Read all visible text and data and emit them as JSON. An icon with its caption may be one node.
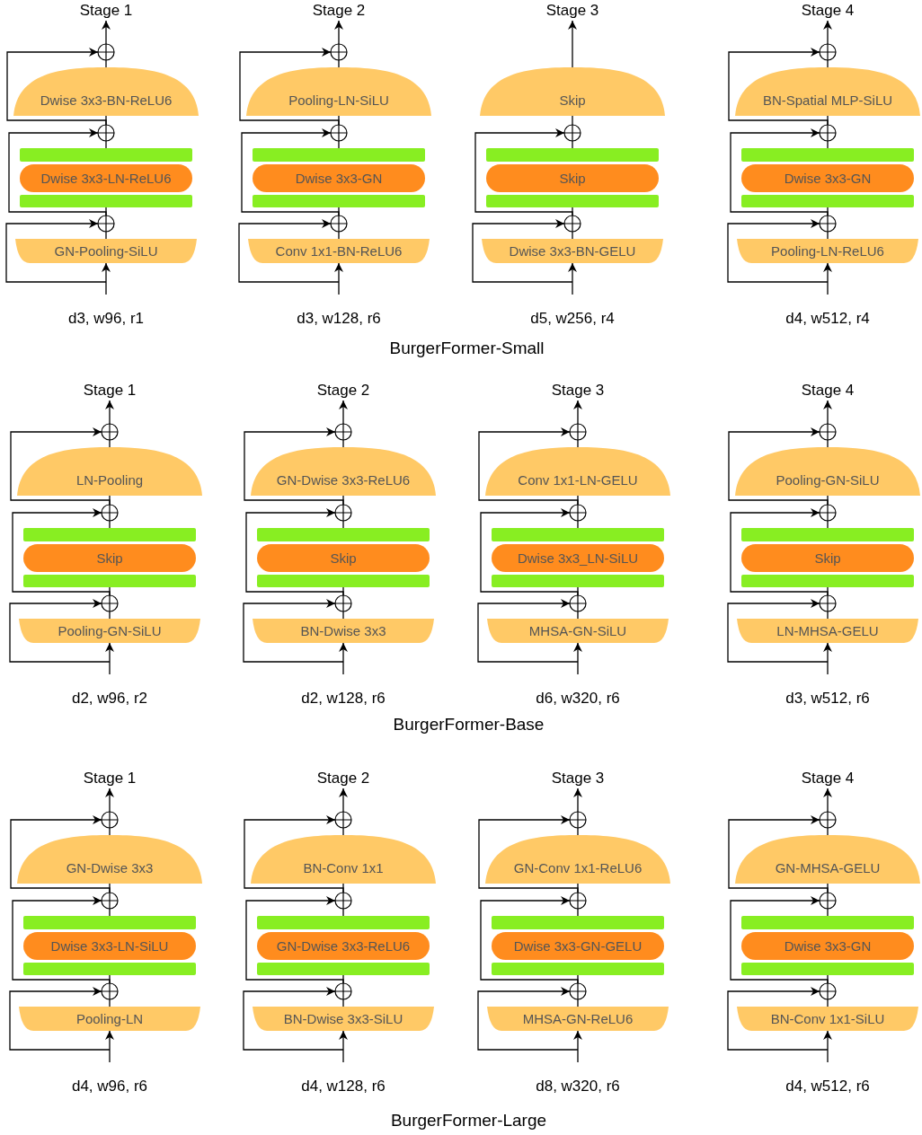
{
  "diagram": {
    "nodes": [
      {
        "text": [
          "Stage 1"
        ]
      },
      {
        "text": [],
        "shape": "circle"
      },
      {
        "text": [
          "Dwise 3x3-BN-ReLU6"
        ]
      },
      {
        "text": [],
        "shape": "circle"
      },
      {
        "text": [],
        "shape": "bar"
      },
      {
        "text": [
          "Dwise 3x3-LN-ReLU6"
        ]
      },
      {
        "text": [],
        "shape": "bar"
      },
      {
        "text": [],
        "shape": "circle"
      },
      {
        "text": [
          "GN-Pooling-SiLU"
        ]
      },
      {
        "text": [
          "Stage 2"
        ]
      },
      {
        "text": [],
        "shape": "circle"
      },
      {
        "text": [
          "Pooling-LN-SiLU"
        ]
      },
      {
        "text": [],
        "shape": "circle"
      },
      {
        "text": [],
        "shape": "bar"
      },
      {
        "text": [
          "Dwise 3x3-GN"
        ]
      },
      {
        "text": [],
        "shape": "bar"
      },
      {
        "text": [],
        "shape": "circle"
      },
      {
        "text": [
          "Conv 1x1-BN-ReLU6"
        ]
      },
      {
        "text": [
          "Stage 3"
        ]
      },
      {
        "text": [
          "Skip"
        ]
      },
      {
        "text": [],
        "shape": "circle"
      },
      {
        "text": [],
        "shape": "bar"
      },
      {
        "text": [
          "Skip"
        ]
      },
      {
        "text": [],
        "shape": "bar"
      },
      {
        "text": [],
        "shape": "circle"
      },
      {
        "text": [
          "Dwise 3x3-BN-GELU"
        ]
      },
      {
        "text": [
          "Stage 4"
        ]
      },
      {
        "text": [],
        "shape": "circle"
      },
      {
        "text": [
          "BN-Spatial MLP-SiLU"
        ]
      },
      {
        "text": [],
        "shape": "circle"
      },
      {
        "text": [],
        "shape": "bar"
      },
      {
        "text": [
          "Dwise 3x3-GN"
        ]
      },
      {
        "text": [],
        "shape": "bar"
      },
      {
        "text": [],
        "shape": "circle"
      },
      {
        "text": [
          "Pooling-LN-ReLU6"
        ]
      },
      {
        "text": [
          "Stage 1"
        ]
      },
      {
        "text": [],
        "shape": "circle"
      },
      {
        "text": [
          "LN-Pooling"
        ]
      },
      {
        "text": [],
        "shape": "circle"
      },
      {
        "text": [],
        "shape": "bar"
      },
      {
        "text": [
          "Skip"
        ]
      },
      {
        "text": [],
        "shape": "bar"
      },
      {
        "text": [],
        "shape": "circle"
      },
      {
        "text": [
          "Pooling-GN-SiLU"
        ]
      },
      {
        "text": [
          "Stage 2"
        ]
      },
      {
        "text": [],
        "shape": "circle"
      },
      {
        "text": [
          "GN-Dwise 3x3-ReLU6"
        ]
      },
      {
        "text": [],
        "shape": "circle"
      },
      {
        "text": [],
        "shape": "bar"
      },
      {
        "text": [
          "Skip"
        ]
      },
      {
        "text": [],
        "shape": "bar"
      },
      {
        "text": [],
        "shape": "circle"
      },
      {
        "text": [
          "BN-Dwise 3x3"
        ]
      },
      {
        "text": [
          "Stage 3"
        ]
      },
      {
        "text": [],
        "shape": "circle"
      },
      {
        "text": [
          "Conv 1x1-LN-GELU"
        ]
      },
      {
        "text": [],
        "shape": "circle"
      },
      {
        "text": [],
        "shape": "bar"
      },
      {
        "text": [
          "Dwise 3x3_LN-SiLU"
        ]
      },
      {
        "text": [],
        "shape": "bar"
      },
      {
        "text": [],
        "shape": "circle"
      },
      {
        "text": [
          "MHSA-GN-SiLU"
        ]
      },
      {
        "text": [
          "Stage 4"
        ]
      },
      {
        "text": [],
        "shape": "circle"
      },
      {
        "text": [
          "Pooling-GN-SiLU"
        ]
      },
      {
        "text": [],
        "shape": "circle"
      },
      {
        "text": [],
        "shape": "bar"
      },
      {
        "text": [
          "Skip"
        ]
      },
      {
        "text": [],
        "shape": "bar"
      },
      {
        "text": [],
        "shape": "circle"
      },
      {
        "text": [
          "LN-MHSA-GELU"
        ]
      },
      {
        "text": [
          "Stage 1"
        ]
      },
      {
        "text": [],
        "shape": "circle"
      },
      {
        "text": [
          "GN-Dwise 3x3"
        ]
      },
      {
        "text": [],
        "shape": "circle"
      },
      {
        "text": [],
        "shape": "bar"
      },
      {
        "text": [
          "Dwise 3x3-LN-SiLU"
        ]
      },
      {
        "text": [],
        "shape": "bar"
      },
      {
        "text": [],
        "shape": "circle"
      },
      {
        "text": [
          "Pooling-LN"
        ]
      },
      {
        "text": [
          "Stage 2"
        ]
      },
      {
        "text": [],
        "shape": "circle"
      },
      {
        "text": [
          "BN-Conv 1x1"
        ]
      },
      {
        "text": [],
        "shape": "circle"
      },
      {
        "text": [],
        "shape": "bar"
      },
      {
        "text": [
          "GN-Dwise 3x3-ReLU6"
        ]
      },
      {
        "text": [],
        "shape": "bar"
      },
      {
        "text": [],
        "shape": "circle"
      },
      {
        "text": [
          "BN-Dwise 3x3-SiLU"
        ]
      },
      {
        "text": [
          "Stage 3"
        ]
      },
      {
        "text": [],
        "shape": "circle"
      },
      {
        "text": [
          "GN-Conv 1x1-ReLU6"
        ]
      },
      {
        "text": [],
        "shape": "circle"
      },
      {
        "text": [],
        "shape": "bar"
      },
      {
        "text": [
          "Dwise 3x3-GN-GELU"
        ]
      },
      {
        "text": [],
        "shape": "bar"
      },
      {
        "text": [],
        "shape": "circle"
      },
      {
        "text": [
          "MHSA-GN-ReLU6"
        ]
      },
      {
        "text": [
          "Stage 4"
        ]
      },
      {
        "text": [],
        "shape": "circle"
      },
      {
        "text": [
          "GN-MHSA-GELU"
        ]
      },
      {
        "text": [],
        "shape": "circle"
      },
      {
        "text": [],
        "shape": "bar"
      },
      {
        "text": [
          "Dwise 3x3-GN"
        ]
      },
      {
        "text": [],
        "shape": "bar"
      },
      {
        "text": [],
        "shape": "circle"
      },
      {
        "text": [
          "BN-Conv 1x1-SiLU"
        ]
      }
    ],
    "edges": [
      {
        "from": null,
        "to": 8,
        "arrow": "to"
      },
      {
        "from": null,
        "to": 7,
        "arrow": "to"
      },
      {
        "from": 8,
        "to": 7,
        "arrow": "none"
      },
      {
        "from": 7,
        "to": 6,
        "arrow": "none"
      },
      {
        "from": 7,
        "to": 3,
        "arrow": "to"
      },
      {
        "from": 4,
        "to": 3,
        "arrow": "none"
      },
      {
        "from": 3,
        "to": 2,
        "arrow": "none"
      },
      {
        "from": 3,
        "to": 1,
        "arrow": "to"
      },
      {
        "from": 2,
        "to": 1,
        "arrow": "none"
      },
      {
        "from": 1,
        "to": 0,
        "arrow": "to"
      },
      {
        "from": null,
        "to": 17,
        "arrow": "to"
      },
      {
        "from": null,
        "to": 16,
        "arrow": "to"
      },
      {
        "from": 17,
        "to": 16,
        "arrow": "none"
      },
      {
        "from": 16,
        "to": 15,
        "arrow": "none"
      },
      {
        "from": 16,
        "to": 12,
        "arrow": "to"
      },
      {
        "from": 13,
        "to": 12,
        "arrow": "none"
      },
      {
        "from": 12,
        "to": 11,
        "arrow": "none"
      },
      {
        "from": 12,
        "to": 10,
        "arrow": "to"
      },
      {
        "from": 11,
        "to": 10,
        "arrow": "none"
      },
      {
        "from": 10,
        "to": 9,
        "arrow": "to"
      },
      {
        "from": null,
        "to": 25,
        "arrow": "to"
      },
      {
        "from": null,
        "to": 24,
        "arrow": "to"
      },
      {
        "from": 25,
        "to": 24,
        "arrow": "none"
      },
      {
        "from": 24,
        "to": 23,
        "arrow": "none"
      },
      {
        "from": 24,
        "to": 20,
        "arrow": "to"
      },
      {
        "from": 21,
        "to": 20,
        "arrow": "none"
      },
      {
        "from": 20,
        "to": 19,
        "arrow": "none"
      },
      {
        "from": 19,
        "to": 18,
        "arrow": "to"
      },
      {
        "from": null,
        "to": 34,
        "arrow": "to"
      },
      {
        "from": null,
        "to": 33,
        "arrow": "to"
      },
      {
        "from": 34,
        "to": 33,
        "arrow": "none"
      },
      {
        "from": 33,
        "to": 32,
        "arrow": "none"
      },
      {
        "from": 33,
        "to": 29,
        "arrow": "to"
      },
      {
        "from": 30,
        "to": 29,
        "arrow": "none"
      },
      {
        "from": 29,
        "to": 28,
        "arrow": "none"
      },
      {
        "from": 29,
        "to": 27,
        "arrow": "to"
      },
      {
        "from": 28,
        "to": 27,
        "arrow": "none"
      },
      {
        "from": 27,
        "to": 26,
        "arrow": "to"
      },
      {
        "from": null,
        "to": 43,
        "arrow": "to"
      },
      {
        "from": null,
        "to": 42,
        "arrow": "to"
      },
      {
        "from": 43,
        "to": 42,
        "arrow": "none"
      },
      {
        "from": 42,
        "to": 41,
        "arrow": "none"
      },
      {
        "from": 42,
        "to": 38,
        "arrow": "to"
      },
      {
        "from": 39,
        "to": 38,
        "arrow": "none"
      },
      {
        "from": 38,
        "to": 37,
        "arrow": "none"
      },
      {
        "from": 38,
        "to": 36,
        "arrow": "to"
      },
      {
        "from": 37,
        "to": 36,
        "arrow": "none"
      },
      {
        "from": 36,
        "to": 35,
        "arrow": "to"
      },
      {
        "from": null,
        "to": 52,
        "arrow": "to"
      },
      {
        "from": null,
        "to": 51,
        "arrow": "to"
      },
      {
        "from": 52,
        "to": 51,
        "arrow": "none"
      },
      {
        "from": 51,
        "to": 50,
        "arrow": "none"
      },
      {
        "from": 51,
        "to": 47,
        "arrow": "to"
      },
      {
        "from": 48,
        "to": 47,
        "arrow": "none"
      },
      {
        "from": 47,
        "to": 46,
        "arrow": "none"
      },
      {
        "from": 47,
        "to": 45,
        "arrow": "to"
      },
      {
        "from": 46,
        "to": 45,
        "arrow": "none"
      },
      {
        "from": 45,
        "to": 44,
        "arrow": "to"
      },
      {
        "from": null,
        "to": 61,
        "arrow": "to"
      },
      {
        "from": null,
        "to": 60,
        "arrow": "to"
      },
      {
        "from": 61,
        "to": 60,
        "arrow": "none"
      },
      {
        "from": 60,
        "to": 59,
        "arrow": "none"
      },
      {
        "from": 60,
        "to": 56,
        "arrow": "to"
      },
      {
        "from": 57,
        "to": 56,
        "arrow": "none"
      },
      {
        "from": 56,
        "to": 55,
        "arrow": "none"
      },
      {
        "from": 56,
        "to": 54,
        "arrow": "to"
      },
      {
        "from": 55,
        "to": 54,
        "arrow": "none"
      },
      {
        "from": 54,
        "to": 53,
        "arrow": "to"
      },
      {
        "from": null,
        "to": 70,
        "arrow": "to"
      },
      {
        "from": null,
        "to": 69,
        "arrow": "to"
      },
      {
        "from": 70,
        "to": 69,
        "arrow": "none"
      },
      {
        "from": 69,
        "to": 68,
        "arrow": "none"
      },
      {
        "from": 69,
        "to": 65,
        "arrow": "to"
      },
      {
        "from": 66,
        "to": 65,
        "arrow": "none"
      },
      {
        "from": 65,
        "to": 64,
        "arrow": "none"
      },
      {
        "from": 65,
        "to": 63,
        "arrow": "to"
      },
      {
        "from": 64,
        "to": 63,
        "arrow": "none"
      },
      {
        "from": 63,
        "to": 62,
        "arrow": "to"
      },
      {
        "from": null,
        "to": 79,
        "arrow": "to"
      },
      {
        "from": null,
        "to": 78,
        "arrow": "to"
      },
      {
        "from": 79,
        "to": 78,
        "arrow": "none"
      },
      {
        "from": 78,
        "to": 77,
        "arrow": "none"
      },
      {
        "from": 78,
        "to": 74,
        "arrow": "to"
      },
      {
        "from": 75,
        "to": 74,
        "arrow": "none"
      },
      {
        "from": 74,
        "to": 73,
        "arrow": "none"
      },
      {
        "from": 74,
        "to": 72,
        "arrow": "to"
      },
      {
        "from": 73,
        "to": 72,
        "arrow": "none"
      },
      {
        "from": 72,
        "to": 71,
        "arrow": "to"
      },
      {
        "from": null,
        "to": 88,
        "arrow": "to"
      },
      {
        "from": null,
        "to": 87,
        "arrow": "to"
      },
      {
        "from": 88,
        "to": 87,
        "arrow": "none"
      },
      {
        "from": 87,
        "to": 86,
        "arrow": "none"
      },
      {
        "from": 87,
        "to": 83,
        "arrow": "to"
      },
      {
        "from": 84,
        "to": 83,
        "arrow": "none"
      },
      {
        "from": 83,
        "to": 82,
        "arrow": "none"
      },
      {
        "from": 83,
        "to": 81,
        "arrow": "to"
      },
      {
        "from": 82,
        "to": 81,
        "arrow": "none"
      },
      {
        "from": 81,
        "to": 80,
        "arrow": "to"
      },
      {
        "from": null,
        "to": 97,
        "arrow": "to"
      },
      {
        "from": null,
        "to": 96,
        "arrow": "to"
      },
      {
        "from": 97,
        "to": 96,
        "arrow": "none"
      },
      {
        "from": 96,
        "to": 95,
        "arrow": "none"
      },
      {
        "from": 96,
        "to": 92,
        "arrow": "to"
      },
      {
        "from": 93,
        "to": 92,
        "arrow": "none"
      },
      {
        "from": 92,
        "to": 91,
        "arrow": "none"
      },
      {
        "from": 92,
        "to": 90,
        "arrow": "to"
      },
      {
        "from": 91,
        "to": 90,
        "arrow": "none"
      },
      {
        "from": 90,
        "to": 89,
        "arrow": "to"
      },
      {
        "from": null,
        "to": 106,
        "arrow": "to"
      },
      {
        "from": null,
        "to": 105,
        "arrow": "to"
      },
      {
        "from": 106,
        "to": 105,
        "arrow": "none"
      },
      {
        "from": 105,
        "to": 104,
        "arrow": "none"
      },
      {
        "from": 105,
        "to": 101,
        "arrow": "to"
      },
      {
        "from": 102,
        "to": 101,
        "arrow": "none"
      },
      {
        "from": 101,
        "to": 100,
        "arrow": "none"
      },
      {
        "from": 101,
        "to": 99,
        "arrow": "to"
      },
      {
        "from": 100,
        "to": 99,
        "arrow": "none"
      },
      {
        "from": 99,
        "to": 98,
        "arrow": "to"
      }
    ],
    "labels": [
      "d3, w96, r1",
      "d3, w128, r6",
      "d5, w256, r4",
      "d4, w512, r4",
      "BurgerFormer-Small",
      "d2, w96, r2",
      "d2, w128, r6",
      "d6, w320, r6",
      "d3, w512, r6",
      "BurgerFormer-Base",
      "d4, w96, r6",
      "d4, w128, r6",
      "d8, w320, r6",
      "d4, w512, r6",
      "BurgerFormer-Large"
    ]
  }
}
